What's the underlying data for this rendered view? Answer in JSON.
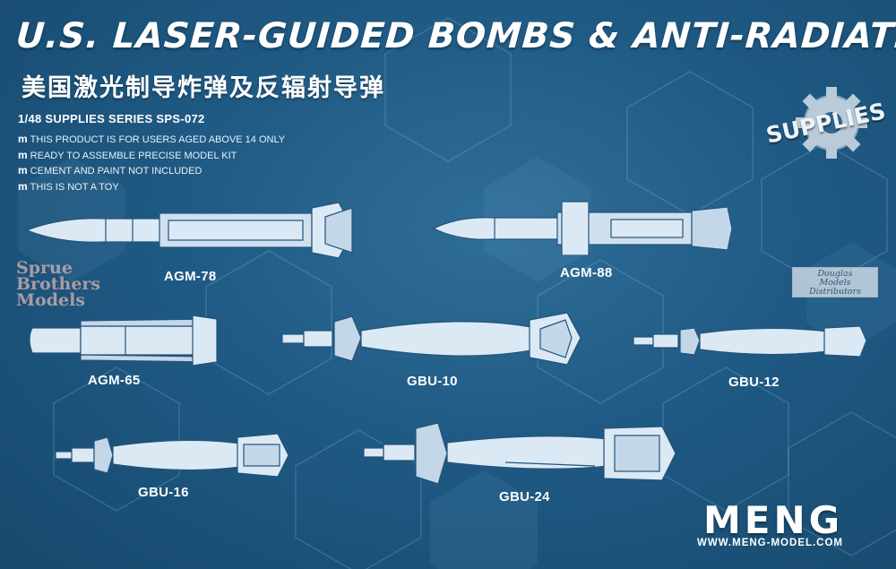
{
  "header": {
    "title": "U.S. LASER-GUIDED BOMBS & ANTI-RADIATION MISSILES",
    "subtitle_cn": "美国激光制导炸弹及反辐射导弹",
    "series": "1/48 SUPPLIES SERIES SPS-072"
  },
  "notes": {
    "bullet": "m",
    "items": [
      "THIS PRODUCT IS FOR USERS AGED ABOVE 14 ONLY",
      "READY TO ASSEMBLE PRECISE MODEL KIT",
      "CEMENT AND PAINT NOT INCLUDED",
      "THIS IS NOT A TOY"
    ]
  },
  "badge": {
    "text": "SUPPLIES"
  },
  "watermarks": {
    "sbm_line1": "Sprue",
    "sbm_line2": "Brothers",
    "sbm_line3": "Models",
    "dmd_line1": "Douglas",
    "dmd_line2": "Models",
    "dmd_line3": "Distributors"
  },
  "weapons": {
    "agm78": "AGM-78",
    "agm88": "AGM-88",
    "agm65": "AGM-65",
    "gbu10": "GBU-10",
    "gbu12": "GBU-12",
    "gbu16": "GBU-16",
    "gbu24": "GBU-24"
  },
  "footer": {
    "brand": "MENG",
    "url": "WWW.MENG-MODEL.COM"
  },
  "colors": {
    "background": "#1f5a84",
    "weapon_fill": "#dbe9f4",
    "weapon_stroke": "#23537a"
  }
}
